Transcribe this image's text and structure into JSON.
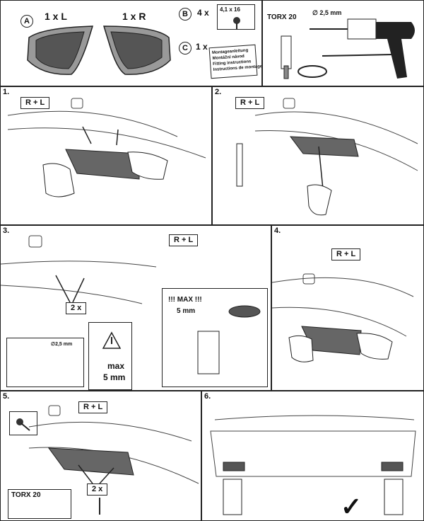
{
  "top": {
    "item_a": {
      "letter": "A",
      "left_qty": "1 x  L",
      "right_qty": "1 x  R"
    },
    "item_b": {
      "letter": "B",
      "qty": "4 x",
      "size": "4,1 x 16"
    },
    "item_c": {
      "letter": "C",
      "qty": "1 x",
      "manual_lines": [
        "Montageanleitung",
        "Montážní návod",
        "Fitting instructions",
        "Instructions de montage"
      ]
    },
    "tools": {
      "torx": "TORX 20",
      "drill": "∅ 2,5 mm"
    }
  },
  "steps": [
    {
      "number": "1.",
      "side": "R + L"
    },
    {
      "number": "2.",
      "side": "R + L"
    },
    {
      "number": "3.",
      "side": "R + L",
      "count": "2 x",
      "drill": "∅2,5 mm",
      "max_label": "max",
      "max_value": "5 mm",
      "tape_max": "!!! MAX !!!",
      "tape_value": "5 mm"
    },
    {
      "number": "4.",
      "side": "R + L"
    },
    {
      "number": "5.",
      "side": "R + L",
      "count": "2 x",
      "torx": "TORX 20"
    },
    {
      "number": "6.",
      "check": "✓"
    }
  ]
}
